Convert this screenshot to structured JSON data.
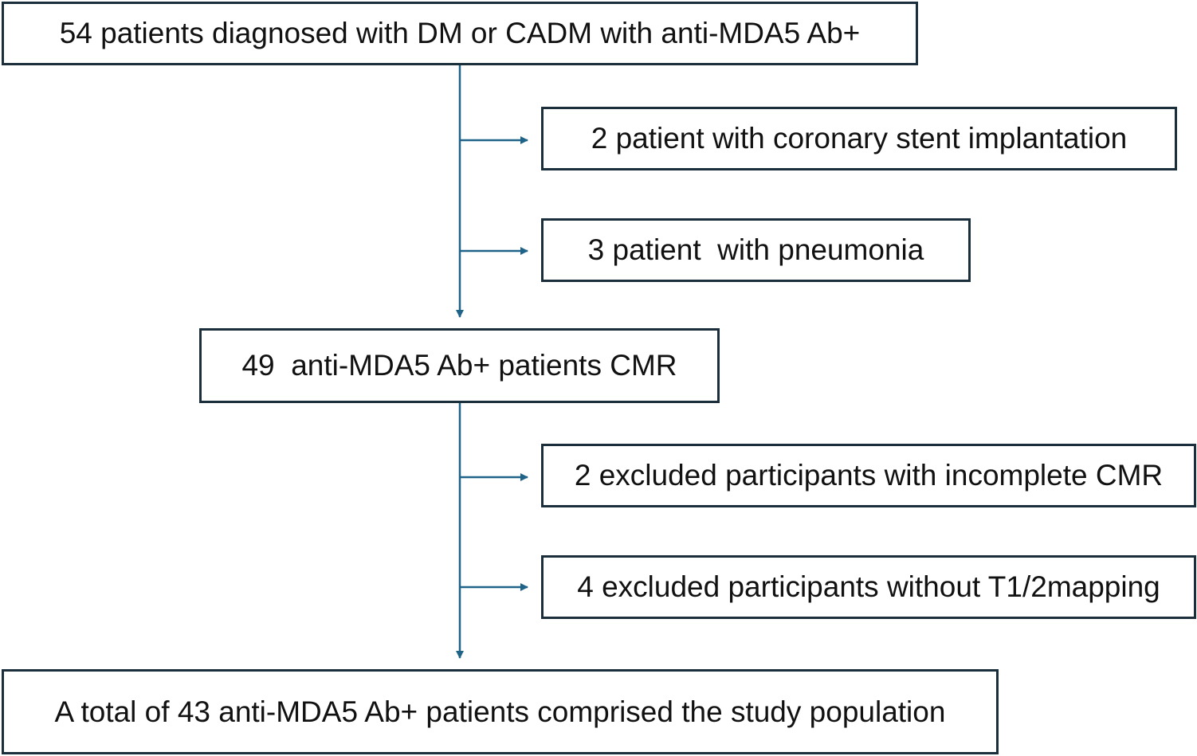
{
  "flowchart": {
    "boxes": {
      "initial": "54 patients diagnosed with DM or CADM with anti-MDA5 Ab+",
      "exclusion_stent": "2 patient with coronary stent implantation",
      "exclusion_pneumonia": "3 patient  with pneumonia",
      "cmr_cohort": "49  anti-MDA5 Ab+ patients CMR",
      "exclusion_incomplete_cmr": "2 excluded participants with incomplete CMR",
      "exclusion_no_mapping": "4 excluded participants without T1/2mapping",
      "final_population": "A total of 43 anti-MDA5 Ab+ patients comprised the study population"
    },
    "colors": {
      "box_border": "#1b2e3c",
      "arrow": "#1f6388",
      "text": "#111111"
    }
  }
}
